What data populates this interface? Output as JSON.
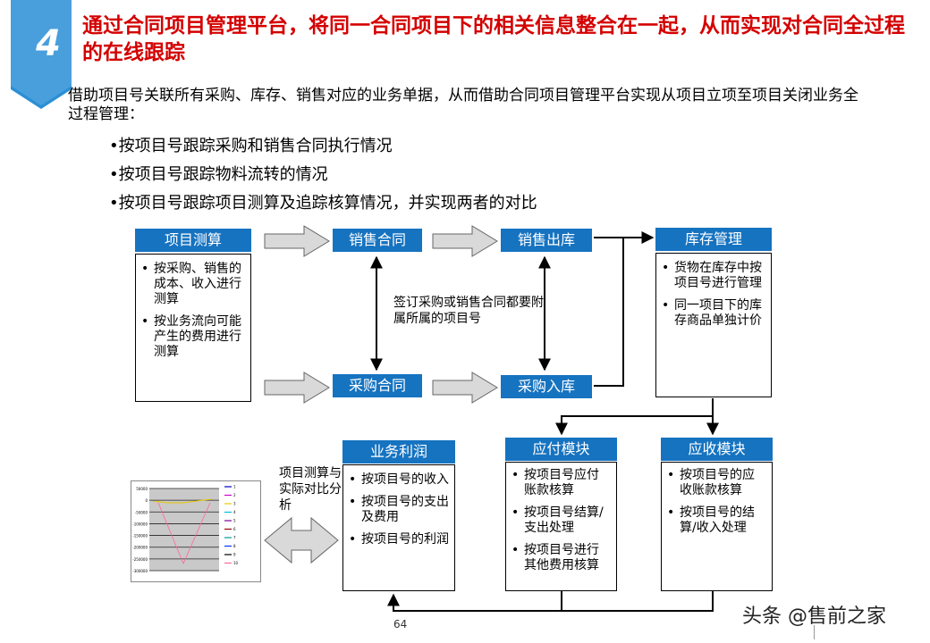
{
  "slide": {
    "number": "4",
    "title": "通过合同项目管理平台，将同一合同项目下的相关信息整合在一起，从而实现对合同全过程的在线跟踪",
    "intro": "借助项目号关联所有采购、库存、销售对应的业务单据，从而借助合同项目管理平台实现从项目立项至项目关闭业务全过程管理：",
    "bullets": [
      "按项目号跟踪采购和销售合同执行情况",
      "按项目号跟踪物料流转的情况",
      "按项目号跟踪项目测算及追踪核算情况，并实现两者的对比"
    ],
    "page_number": "64",
    "watermark": "头条 @售前之家"
  },
  "diagram": {
    "estimate": {
      "label": "项目测算",
      "items": [
        "按采购、销售的成本、收入进行测算",
        "按业务流向可能产生的费用进行测算"
      ]
    },
    "sales_contract": {
      "label": "销售合同"
    },
    "purchase_contract": {
      "label": "采购合同"
    },
    "sales_outbound": {
      "label": "销售出库"
    },
    "purchase_inbound": {
      "label": "采购入库"
    },
    "inventory": {
      "label": "库存管理",
      "items": [
        "货物在库存中按项目号进行管理",
        "同一项目下的库存商品单独计价"
      ]
    },
    "contract_note": "签订采购或销售合同都要附属所属的项目号",
    "profit": {
      "label": "业务利润",
      "items": [
        "按项目号的收入",
        "按项目号的支出及费用",
        "按项目号的利润"
      ]
    },
    "payable": {
      "label": "应付模块",
      "items": [
        "按项目号应付账款核算",
        "按项目号结算/支出处理",
        "按项目号进行其他费用核算"
      ]
    },
    "receivable": {
      "label": "应收模块",
      "items": [
        "按项目号的应收账款核算",
        "按项目号的结算/收入处理"
      ]
    },
    "compare_note": "项目测算与实际对比分析"
  },
  "colors": {
    "header_blue": "#1673c0",
    "title_red": "#d40000",
    "arrow_gray": "#d9d9d9"
  },
  "mini_chart": {
    "y_ticks": [
      "50000",
      "0",
      "-50000",
      "-100000",
      "-150000",
      "-200000",
      "-250000",
      "-300000"
    ],
    "legend": [
      "1",
      "2",
      "3",
      "4",
      "5",
      "6",
      "7",
      "8",
      "9",
      "10"
    ]
  }
}
